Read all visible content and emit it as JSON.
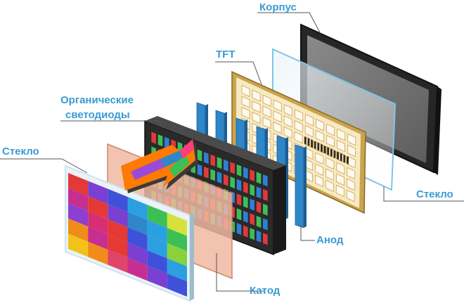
{
  "labels": {
    "housing": "Корпус",
    "tft": "TFT",
    "oled_line1": "Органические",
    "oled_line2": "светодиоды",
    "glass_left": "Стекло",
    "glass_right": "Стекло",
    "anode": "Анод",
    "cathode": "Катод"
  },
  "colors": {
    "label": "#3a9ad3",
    "anode_strip": "#2f86c8",
    "tft_frame": "#c9a44e",
    "cathode": "#f0b8a0",
    "housing": "#2a2a2a",
    "led_red": "#e03a3a",
    "led_green": "#3cbf55",
    "led_blue": "#2f7fd6"
  },
  "icons": {
    "arrow": "rainbow-arrow-icon"
  }
}
